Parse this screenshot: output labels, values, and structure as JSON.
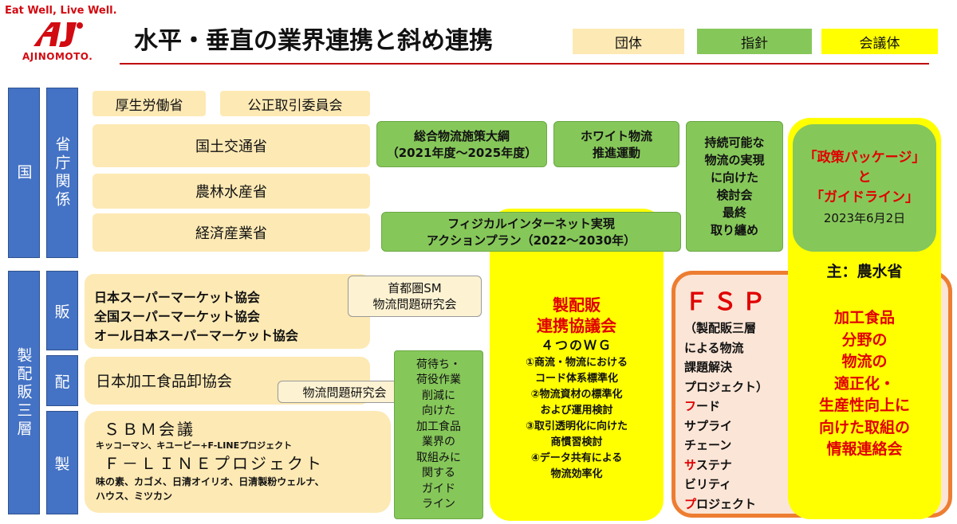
{
  "brand": {
    "tagline": "Eat Well, Live Well.",
    "logo_mark": "Aj",
    "logo_name": "AJINOMOTO."
  },
  "title": "水平・垂直の業界連携と斜め連携",
  "legend": {
    "org": "団体",
    "guideline": "指針",
    "council": "会議体"
  },
  "side": {
    "kuni": "国",
    "ministry": "省庁関係",
    "sanpai": "製配販三層",
    "han": "販",
    "hai": "配",
    "sei": "製"
  },
  "ministries": {
    "mhlw": "厚生労働省",
    "jftc": "公正取引委員会",
    "mlit": "国土交通省",
    "maff": "農林水産省",
    "meti": "経済産業省"
  },
  "guidelines": {
    "sogo_1": "総合物流施策大綱",
    "sogo_2": "（2021年度～2025年度）",
    "white_1": "ホワイト物流",
    "white_2": "推進運動",
    "pi_1": "フィジカルインターネット実現",
    "pi_2": "アクションプラン（2022～2030年）",
    "jizoku": [
      "持続可能な",
      "物流の実現",
      "に向けた",
      "検討会",
      "最終",
      "取り纏め"
    ],
    "niyaku": [
      "荷待ち・",
      "荷役作業",
      "削減に",
      "向けた",
      "加工食品",
      "業界の",
      "取組みに",
      "関する",
      "ガイド",
      "ライン"
    ]
  },
  "retail": {
    "line1": "日本スーパーマーケット協会",
    "line2": "全国スーパーマーケット協会",
    "line3": "オール日本スーパーマーケット協会",
    "sm_1": "首都圏SM",
    "sm_2": "物流問題研究会"
  },
  "dist": {
    "name": "日本加工食品卸協会",
    "study": "物流問題研究会"
  },
  "mfr": {
    "sbm": "ＳＢＭ会議",
    "sbm_members": "キッコーマン、キユーピー+F-LINEプロジェクト",
    "fline": "Ｆ－ＬＩＮＥプロジェクト",
    "fline_m1": "味の素、カゴメ、日清オイリオ、日清製粉ウェルナ、",
    "fline_m2": "ハウス、ミツカン"
  },
  "council": {
    "title_1": "製配販",
    "title_2": "連携協議会",
    "wg": "４つのＷＧ",
    "items": [
      "①商流・物流における",
      "コード体系標準化",
      "②物流資材の標準化",
      "および運用検討",
      "③取引透明化に向けた",
      "商慣習検討",
      "④データ共有による",
      "物流効率化"
    ]
  },
  "fsp": {
    "title": "ＦＳＰ",
    "sub": [
      "（製配販三層",
      "による物流",
      "課題解決",
      "プロジェクト）"
    ],
    "words": [
      {
        "first": "フ",
        "rest": "ード"
      },
      {
        "first": "",
        "rest": "サプライ"
      },
      {
        "first": "",
        "rest": "チェーン"
      },
      {
        "first": "サ",
        "rest": "ステナ"
      },
      {
        "first": "",
        "rest": "ビリティ"
      },
      {
        "first": "プ",
        "rest": "ロジェクト"
      }
    ]
  },
  "policy": {
    "l1": "「政策パッケージ」",
    "l2": "と",
    "l3": "「ガイドライン」",
    "date": "2023年6月2日",
    "lead": "主：農水省",
    "info": [
      "加工食品",
      "分野の",
      "物流の",
      "適正化・",
      "生産性向上に",
      "向けた取組の",
      "情報連絡会"
    ]
  },
  "colors": {
    "beige": "#fde9b4",
    "green": "#86c75a",
    "yellow": "#ffff00",
    "blue": "#4472c4",
    "red": "#e00000",
    "orange": "#ed7d31",
    "title_line": "#c00000"
  }
}
